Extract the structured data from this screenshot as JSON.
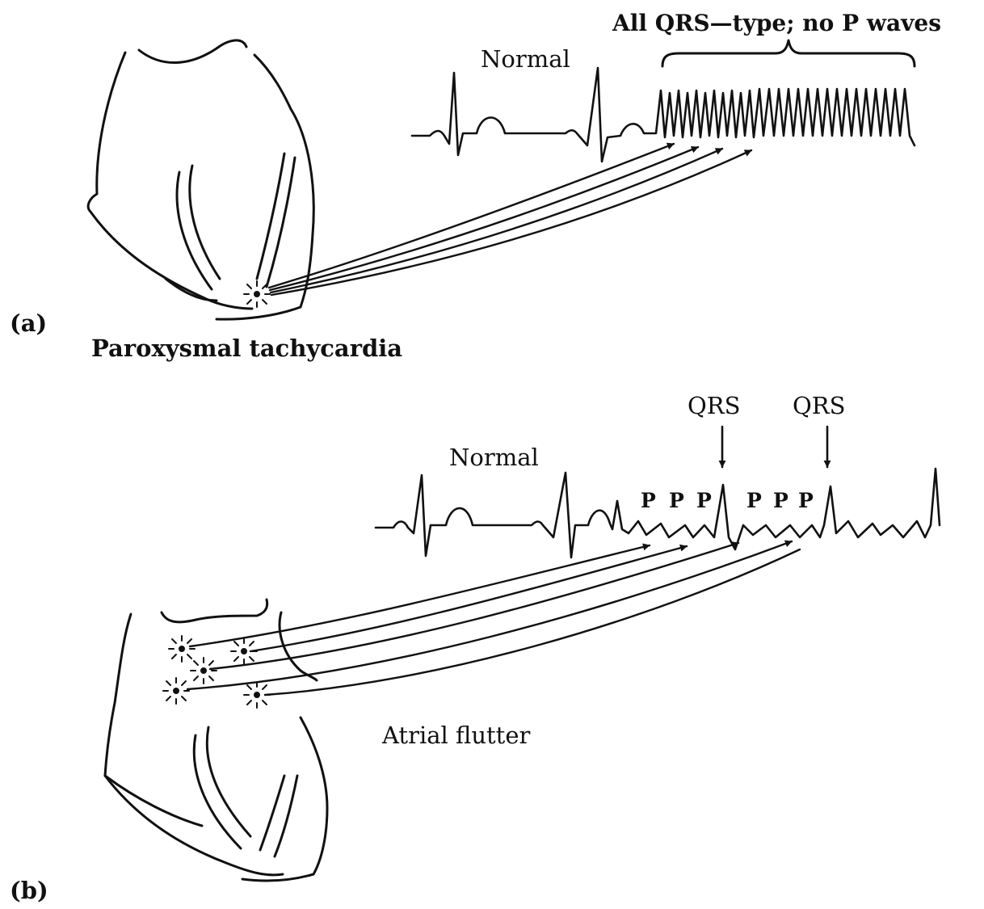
{
  "panel_a": {
    "panel_label": "(a)",
    "caption": "Paroxysmal tachycardia",
    "normal_label": "Normal",
    "bracket_label": "All QRS—type; no P waves"
  },
  "panel_b": {
    "panel_label": "(b)",
    "caption": "Atrial flutter",
    "normal_label": "Normal",
    "qrs_labels": [
      "QRS",
      "QRS"
    ],
    "p_labels": [
      "P",
      "P",
      "P",
      "P",
      "P",
      "P"
    ]
  },
  "colors": {
    "ink": "#111111",
    "background": "#ffffff"
  }
}
